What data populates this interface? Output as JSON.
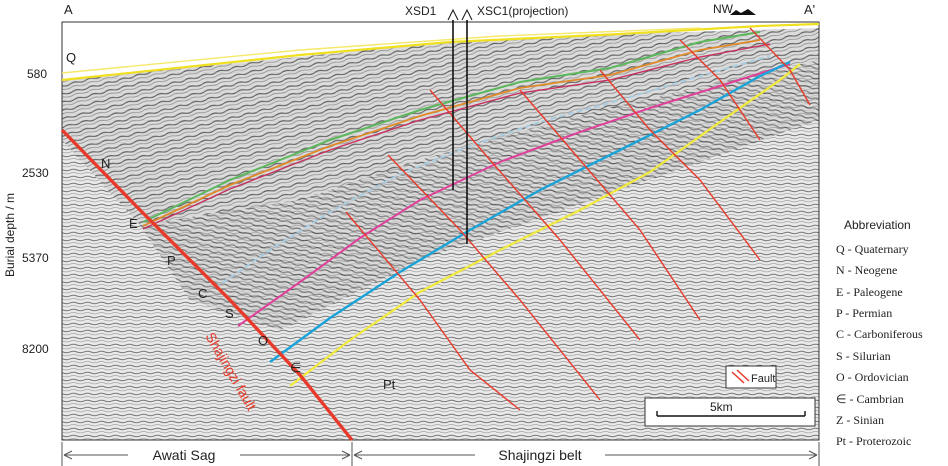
{
  "section": {
    "left_label": "A",
    "right_label": "A'",
    "orientation": "NW",
    "wells": [
      "XSD1",
      "XSC1(projection)"
    ]
  },
  "axis": {
    "ylabel": "Burial depth / m",
    "ticks": [
      "580",
      "2530",
      "5370",
      "8200"
    ]
  },
  "units": [
    "Q",
    "N",
    "E",
    "P",
    "C",
    "S",
    "O",
    "∈",
    "Pt"
  ],
  "fault_name": "Shajingzi fault",
  "legend": {
    "fault_label": "Fault"
  },
  "scale_bar": {
    "label": "5km"
  },
  "zones": {
    "left": "Awati Sag",
    "right": "Shajingzi belt"
  },
  "abbreviation": {
    "title": "Abbreviation",
    "items": [
      "Q - Quaternary",
      "N - Neogene",
      "E - Paleogene",
      "P - Permian",
      "C - Carboniferous",
      "S - Silurian",
      "O - Ordovician",
      "∈ - Cambrian",
      "Z - Sinian",
      "Pt - Proterozoic"
    ]
  },
  "colors": {
    "fault": "#e83a2a",
    "Q_top": "#f0e020",
    "E_top": "#5cb85c",
    "C_top": "#a8cce0",
    "S_top": "#e0409a",
    "O_top": "#1aa3d8",
    "Cambrian_top": "#f2ea3a"
  }
}
